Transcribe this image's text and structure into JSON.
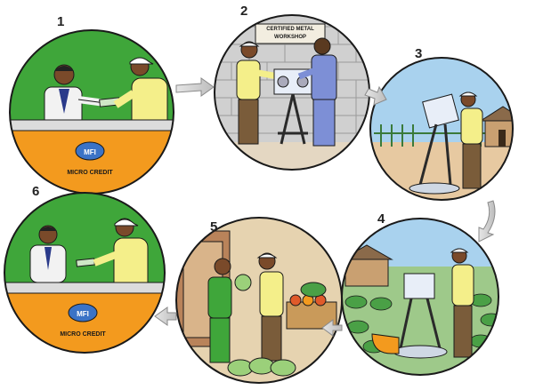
{
  "steps": [
    {
      "number": "1",
      "scene": "microcredit-loan",
      "sign_label": "MICRO CREDIT",
      "logo_label": "MFI"
    },
    {
      "number": "2",
      "scene": "metal-workshop",
      "sign_label": "CERTIFIED METAL WORKSHOP"
    },
    {
      "number": "3",
      "scene": "install-pump"
    },
    {
      "number": "4",
      "scene": "irrigate-field"
    },
    {
      "number": "5",
      "scene": "sell-produce"
    },
    {
      "number": "6",
      "scene": "repay-loan",
      "sign_label": "MICRO CREDIT",
      "logo_label": "MFI"
    }
  ],
  "colors": {
    "green_bg": "#3fa63a",
    "orange_counter": "#f39a1e",
    "sky": "#a9d2ee",
    "brick": "#c8c8c8",
    "soil": "#e7c9a1",
    "shirt_yellow": "#f4ef8a",
    "skin": "#7a4a2a",
    "outline": "#1a1a1a"
  }
}
